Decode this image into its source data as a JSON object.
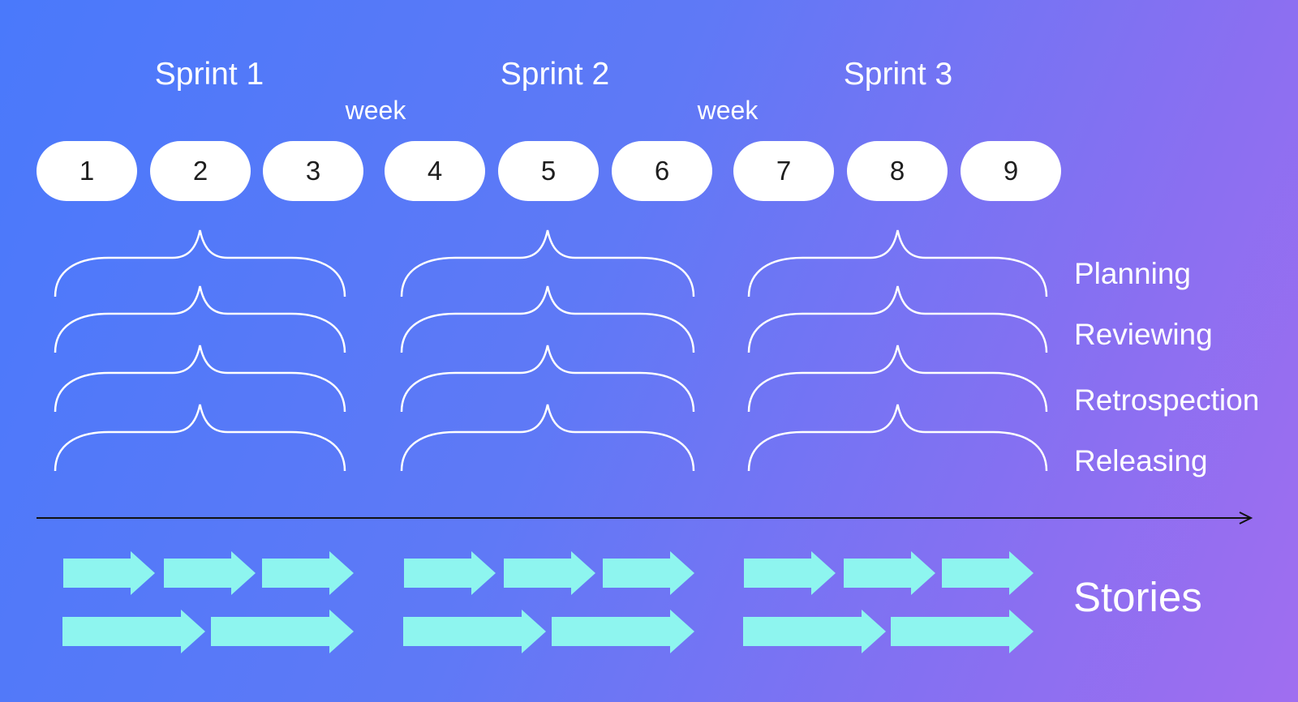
{
  "diagram": {
    "sprints": [
      "Sprint 1",
      "Sprint 2",
      "Sprint 3"
    ],
    "week_labels": [
      "week",
      "week"
    ],
    "days": [
      "1",
      "2",
      "3",
      "4",
      "5",
      "6",
      "7",
      "8",
      "9"
    ],
    "phases": [
      "Planning",
      "Reviewing",
      "Retrospection",
      "Releasing"
    ],
    "stories_label": "Stories",
    "colors": {
      "background_start": "#4a79fb",
      "background_end": "#a06ef0",
      "brace": "#ffffff",
      "day_pill": "#ffffff",
      "timeline": "#111111",
      "story_arrow": "#8ef5ef"
    },
    "story_arrows_per_sprint": {
      "row_1": 3,
      "row_2": 2
    }
  }
}
